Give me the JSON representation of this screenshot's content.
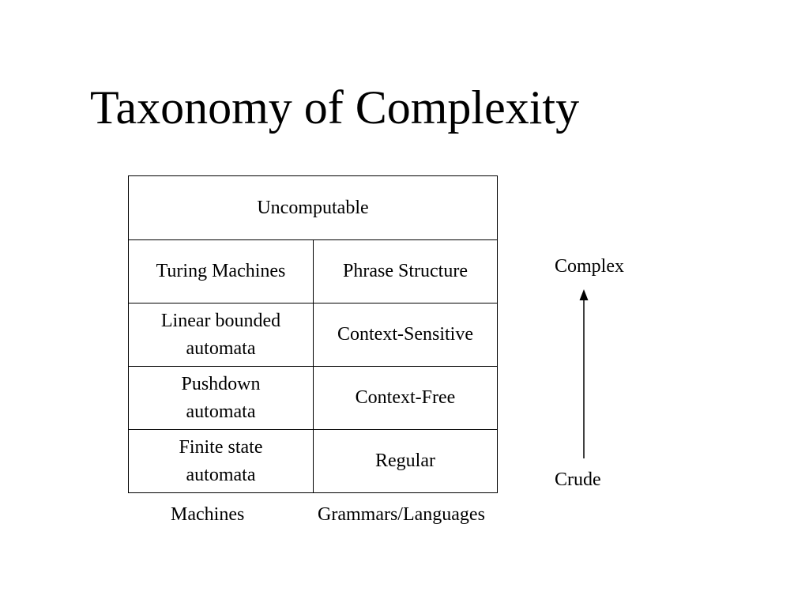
{
  "title": "Taxonomy of Complexity",
  "table": {
    "top_row": "Uncomputable",
    "rows": [
      {
        "machine": "Turing Machines",
        "grammar": "Phrase Structure"
      },
      {
        "machine": "Linear bounded automata",
        "grammar": "Context-Sensitive"
      },
      {
        "machine": "Pushdown automata",
        "grammar": "Context-Free"
      },
      {
        "machine": "Finite state automata",
        "grammar": "Regular"
      }
    ]
  },
  "column_labels": {
    "machines": "Machines",
    "grammars": "Grammars/Languages"
  },
  "scale": {
    "top": "Complex",
    "bottom": "Crude"
  }
}
